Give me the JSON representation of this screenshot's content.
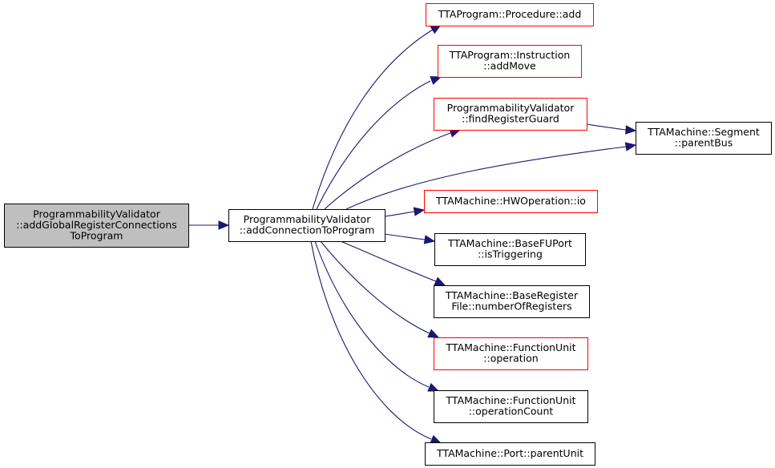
{
  "diagram": {
    "type": "call-graph",
    "colors": {
      "edge": "#191970",
      "root_fill": "#bfbfbf",
      "root_border": "#000000",
      "node_fill": "#ffffff",
      "node_border_black": "#000000",
      "node_border_red": "#ff0000"
    },
    "nodes": [
      {
        "id": "root",
        "lines": [
          "ProgrammabilityValidator",
          "::addGlobalRegisterConnections",
          "ToProgram"
        ],
        "style": "root",
        "border": "black"
      },
      {
        "id": "addConnectionToProgram",
        "lines": [
          "ProgrammabilityValidator",
          "::addConnectionToProgram"
        ],
        "style": "normal",
        "border": "black"
      },
      {
        "id": "procedureAdd",
        "lines": [
          "TTAProgram::Procedure::add"
        ],
        "style": "normal",
        "border": "red"
      },
      {
        "id": "instructionAddMove",
        "lines": [
          "TTAProgram::Instruction",
          "::addMove"
        ],
        "style": "normal",
        "border": "red"
      },
      {
        "id": "findRegisterGuard",
        "lines": [
          "ProgrammabilityValidator",
          "::findRegisterGuard"
        ],
        "style": "normal",
        "border": "red"
      },
      {
        "id": "segmentParentBus",
        "lines": [
          "TTAMachine::Segment",
          "::parentBus"
        ],
        "style": "normal",
        "border": "black"
      },
      {
        "id": "hwOperationIo",
        "lines": [
          "TTAMachine::HWOperation::io"
        ],
        "style": "normal",
        "border": "red"
      },
      {
        "id": "baseFUPortIsTriggering",
        "lines": [
          "TTAMachine::BaseFUPort",
          "::isTriggering"
        ],
        "style": "normal",
        "border": "black"
      },
      {
        "id": "baseRegisterFileNumberOfRegisters",
        "lines": [
          "TTAMachine::BaseRegister",
          "File::numberOfRegisters"
        ],
        "style": "normal",
        "border": "black"
      },
      {
        "id": "functionUnitOperation",
        "lines": [
          "TTAMachine::FunctionUnit",
          "::operation"
        ],
        "style": "normal",
        "border": "red"
      },
      {
        "id": "functionUnitOperationCount",
        "lines": [
          "TTAMachine::FunctionUnit",
          "::operationCount"
        ],
        "style": "normal",
        "border": "black"
      },
      {
        "id": "portParentUnit",
        "lines": [
          "TTAMachine::Port::parentUnit"
        ],
        "style": "normal",
        "border": "black"
      }
    ],
    "edges": [
      {
        "from": "root",
        "to": "addConnectionToProgram"
      },
      {
        "from": "addConnectionToProgram",
        "to": "procedureAdd"
      },
      {
        "from": "addConnectionToProgram",
        "to": "instructionAddMove"
      },
      {
        "from": "addConnectionToProgram",
        "to": "findRegisterGuard"
      },
      {
        "from": "addConnectionToProgram",
        "to": "segmentParentBus"
      },
      {
        "from": "findRegisterGuard",
        "to": "segmentParentBus"
      },
      {
        "from": "addConnectionToProgram",
        "to": "hwOperationIo"
      },
      {
        "from": "addConnectionToProgram",
        "to": "baseFUPortIsTriggering"
      },
      {
        "from": "addConnectionToProgram",
        "to": "baseRegisterFileNumberOfRegisters"
      },
      {
        "from": "addConnectionToProgram",
        "to": "functionUnitOperation"
      },
      {
        "from": "addConnectionToProgram",
        "to": "functionUnitOperationCount"
      },
      {
        "from": "addConnectionToProgram",
        "to": "portParentUnit"
      }
    ]
  }
}
